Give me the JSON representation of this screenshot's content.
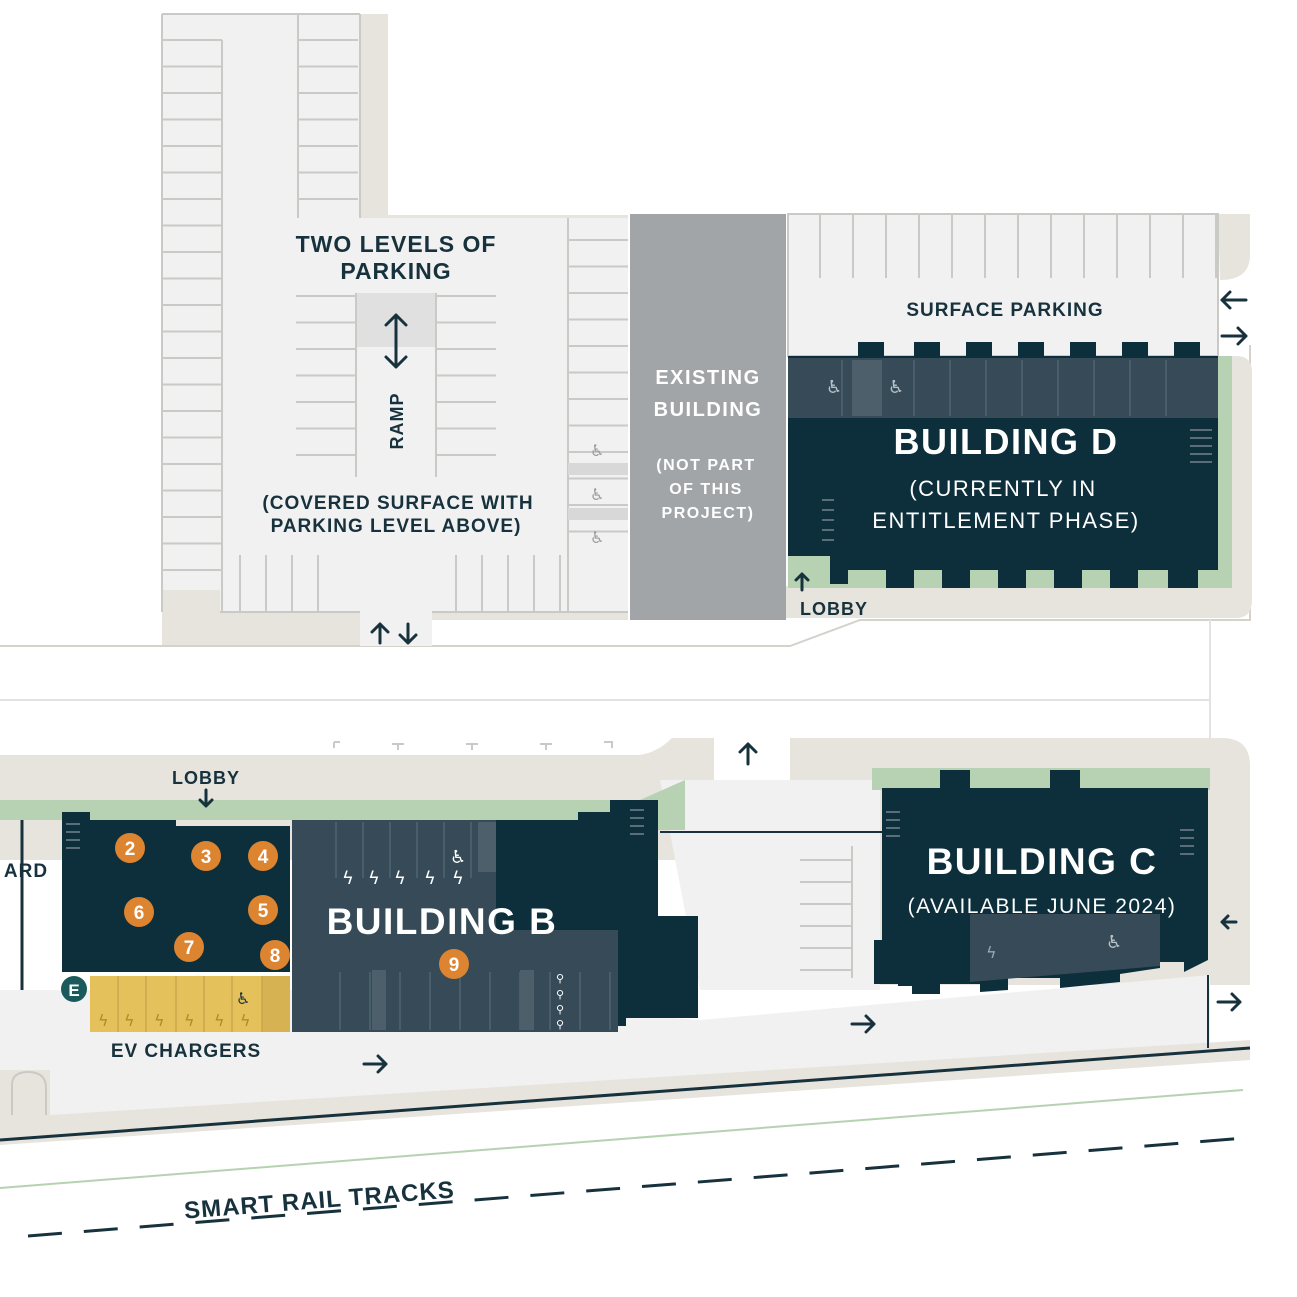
{
  "colors": {
    "building_dark": "#0d2f3c",
    "building_slate": "#364b57",
    "existing_building": "#a2a5a8",
    "pavement": "#f1f1f1",
    "sidewalk": "#e7e4de",
    "landscape": "#b7d2b2",
    "ev_yellow": "#e5c15c",
    "marker_orange": "#dc8430",
    "ev_marker_teal": "#1b5a5c",
    "label_text": "#17323d"
  },
  "labels": {
    "two_levels_line1": "TWO LEVELS OF",
    "two_levels_line2": "PARKING",
    "ramp": "RAMP",
    "covered_line1": "(COVERED SURFACE WITH",
    "covered_line2": "PARKING LEVEL ABOVE)",
    "existing_line1": "EXISTING",
    "existing_line2": "BUILDING",
    "existing_note1": "(NOT PART",
    "existing_note2": "OF THIS",
    "existing_note3": "PROJECT)",
    "surface_parking": "SURFACE PARKING",
    "building_d": "BUILDING D",
    "building_d_note1": "(CURRENTLY IN",
    "building_d_note2": "ENTITLEMENT PHASE)",
    "lobby_d": "LOBBY",
    "lobby_b": "LOBBY",
    "yard_partial": "ARD",
    "building_b": "BUILDING B",
    "building_c": "BUILDING C",
    "building_c_note": "(AVAILABLE JUNE 2024)",
    "ev_chargers": "EV CHARGERS",
    "ev_marker": "E",
    "rail_tracks": "SMART RAIL TRACKS"
  },
  "markers": [
    "2",
    "3",
    "4",
    "5",
    "6",
    "7",
    "8",
    "9"
  ],
  "icons": [
    "accessible-parking-icon",
    "ev-charging-icon",
    "bike-parking-icon",
    "directional-arrow-icon",
    "ramp-arrow-icon",
    "door-swing-icon",
    "stairs-icon"
  ]
}
